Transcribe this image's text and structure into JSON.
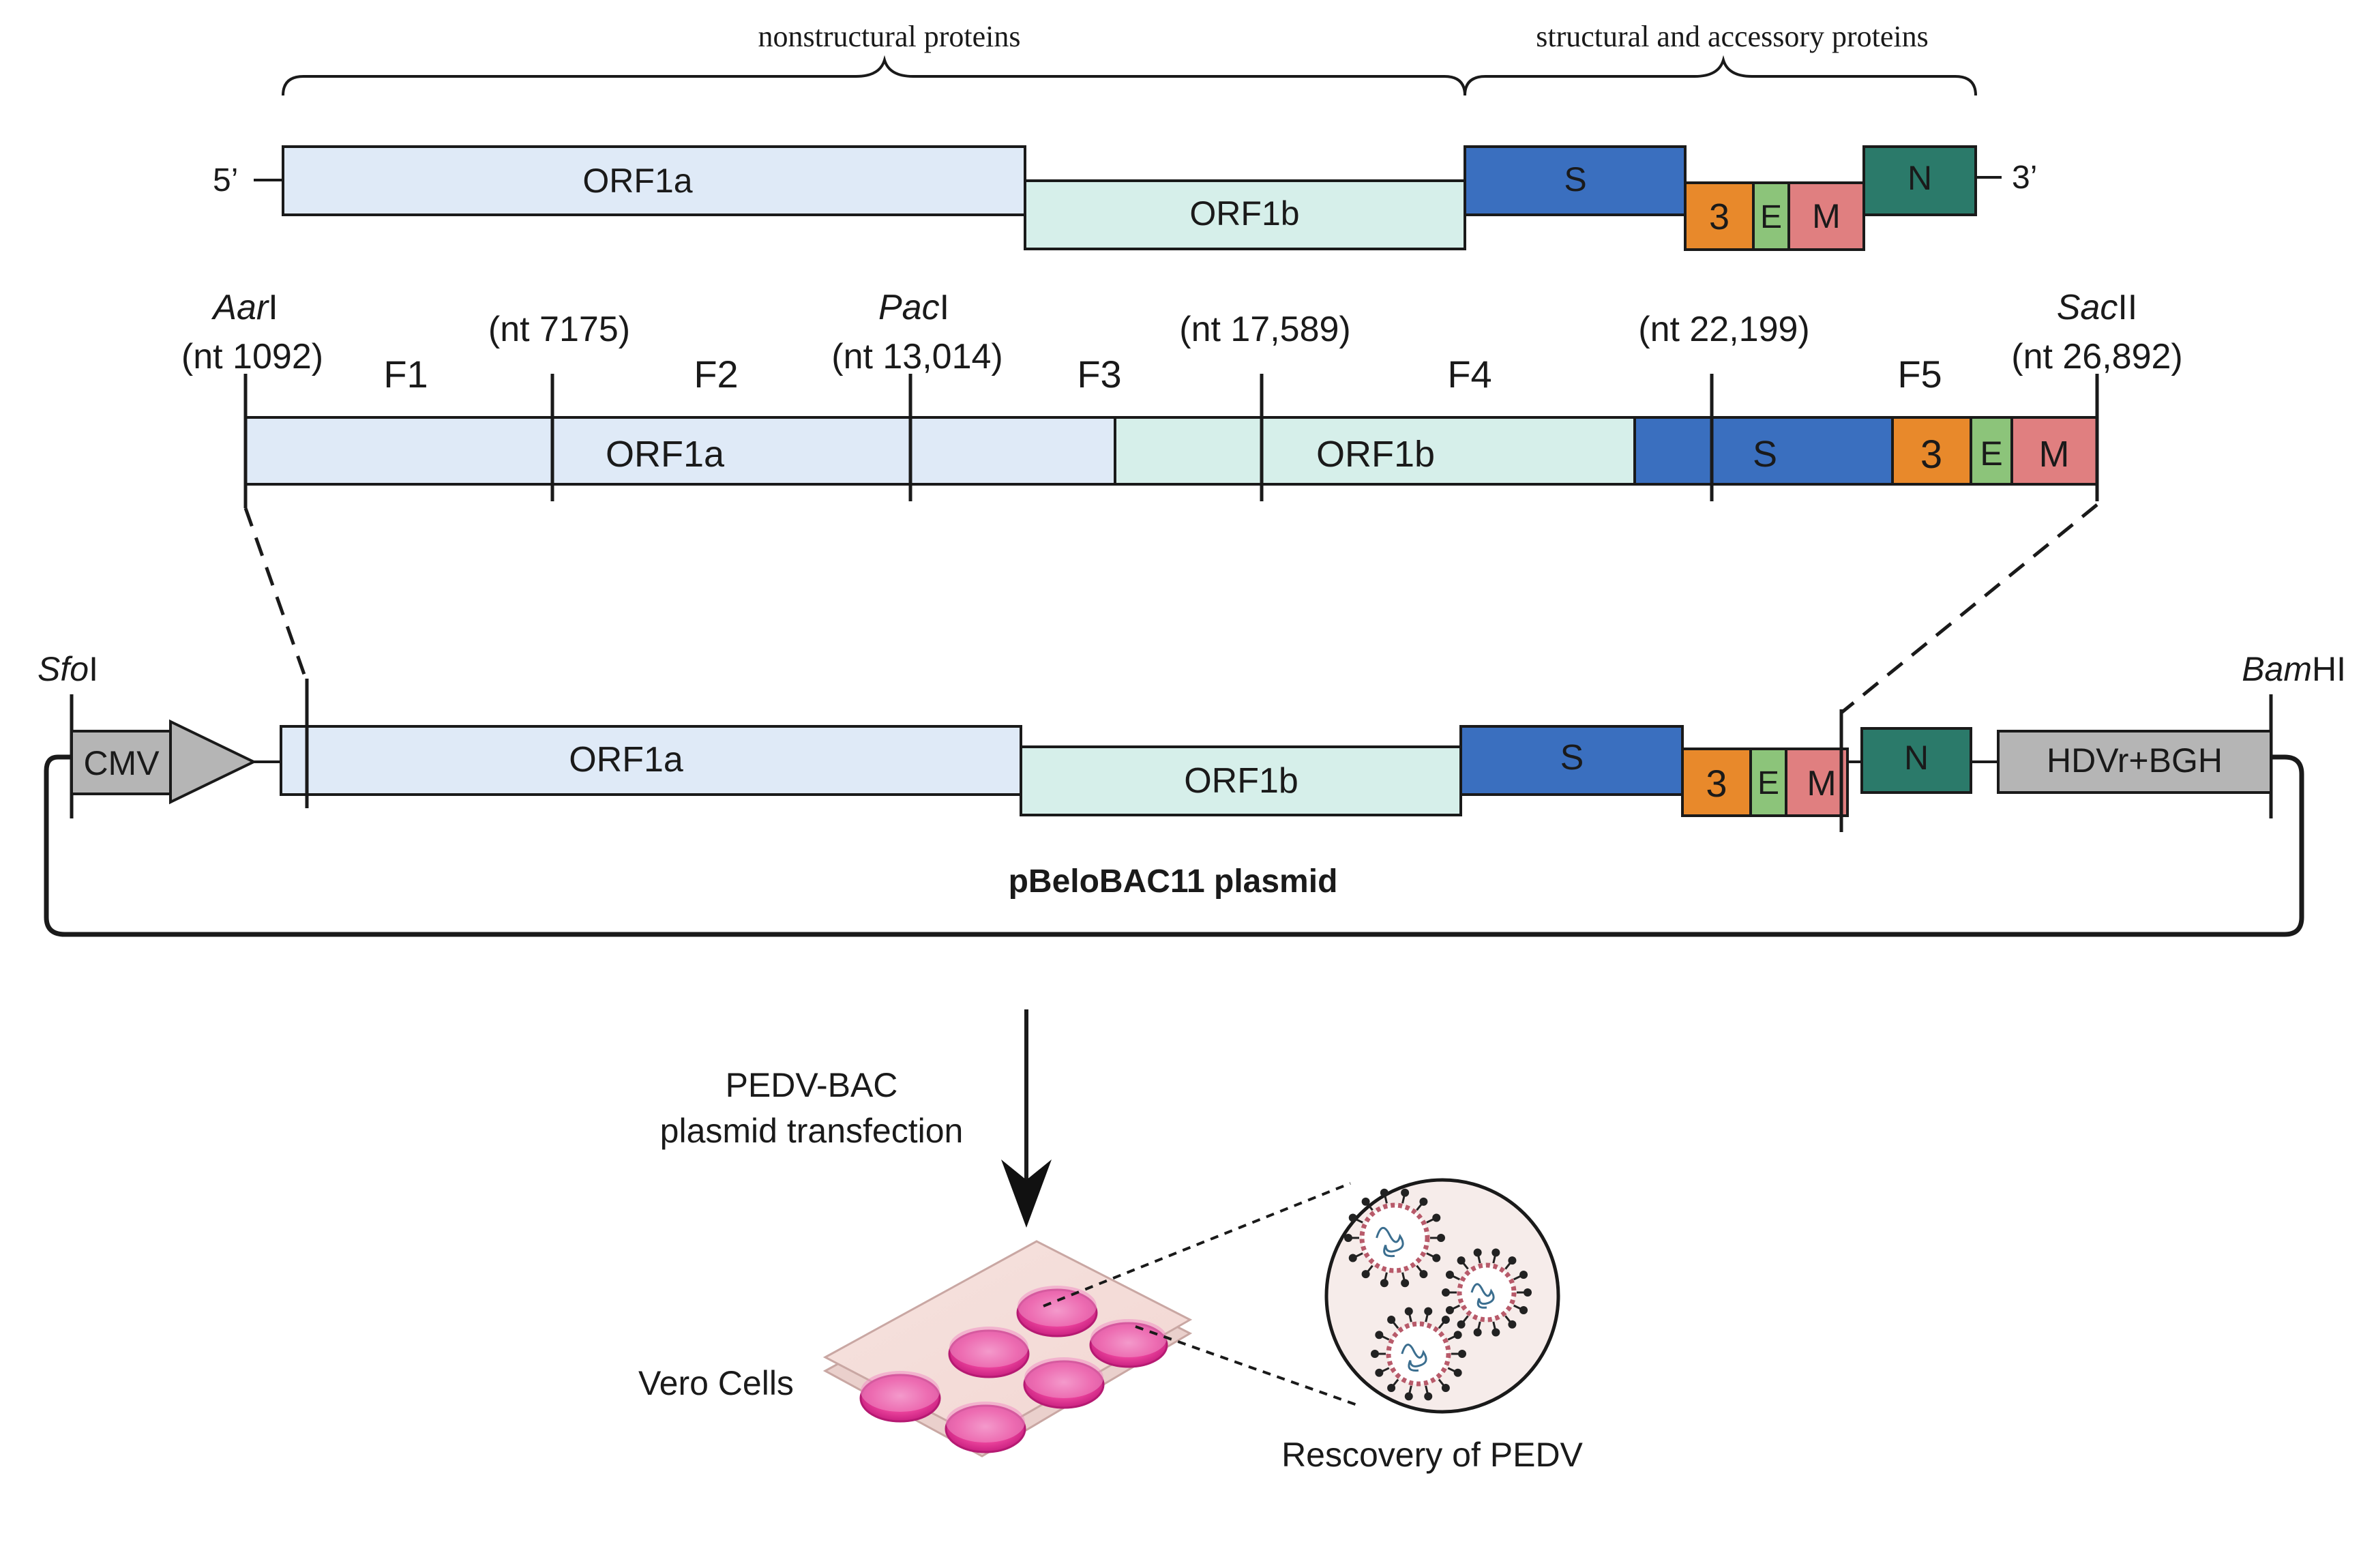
{
  "genome": {
    "label_5prime": "5’",
    "label_3prime": "3’",
    "brace_left_label": "nonstructural proteins",
    "brace_right_label": "structural and accessory proteins",
    "orf1a": "ORF1a",
    "orf1b": "ORF1b",
    "s": "S",
    "orf3": "3",
    "e": "E",
    "m": "M",
    "n": "N"
  },
  "fragments": {
    "aari_italic": "Aar",
    "aari_suffix": "I",
    "aari_pos": "(nt 1092)",
    "pos_7175": "(nt 7175)",
    "paci_italic": "Pac",
    "paci_suffix": "I",
    "paci_pos": "(nt 13,014)",
    "pos_17589": "(nt 17,589)",
    "pos_22199": "(nt 22,199)",
    "sacii_italic": "Sac",
    "sacii_suffix": "II",
    "sacii_pos": "(nt 26,892)",
    "f1": "F1",
    "f2": "F2",
    "f3": "F3",
    "f4": "F4",
    "f5": "F5",
    "orf1a": "ORF1a",
    "orf1b": "ORF1b",
    "s": "S",
    "orf3": "3",
    "e": "E",
    "m": "M"
  },
  "plasmid": {
    "sfoi_italic": "Sfo",
    "sfoi_suffix": "I",
    "bamhi_italic": "Bam",
    "bamhi_suffix": "HI",
    "cmv": "CMV",
    "orf1a": "ORF1a",
    "orf1b": "ORF1b",
    "s": "S",
    "orf3": "3",
    "e": "E",
    "m": "M",
    "n": "N",
    "hdvr_bgh": "HDVr+BGH",
    "name": "pBeloBAC11 plasmid"
  },
  "transfection": {
    "line1": "PEDV-BAC",
    "line2": "plasmid transfection",
    "vero": "Vero Cells",
    "rescue": "Rescovery of PEDV"
  },
  "colors": {
    "orf1a": "#dfeaf7",
    "orf1b": "#d6efea",
    "s": "#3a6fbf",
    "orf3": "#e8892b",
    "e": "#8cc47a",
    "m": "#e07f80",
    "n": "#2b7a6a",
    "grey_box": "#b5b5b5",
    "well_pink": "#e8409a"
  }
}
